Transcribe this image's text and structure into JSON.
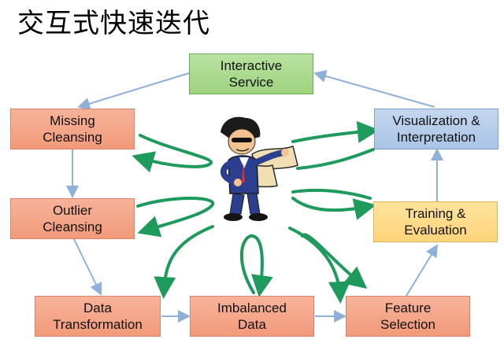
{
  "title": "交互式快速迭代",
  "nodes": {
    "interactive_service": "Interactive\nService",
    "missing_cleansing": "Missing\nCleansing",
    "outlier_cleansing": "Outlier\nCleansing",
    "data_transformation": "Data\nTransformation",
    "imbalanced_data": "Imbalanced\nData",
    "feature_selection": "Feature\nSelection",
    "training_evaluation": "Training &\nEvaluation",
    "visualization_interpretation": "Visualization &\nInterpretation"
  },
  "colors": {
    "green_node": "#a9da8a",
    "salmon_node": "#f4a585",
    "blue_node": "#b3cbea",
    "yellow_node": "#fedb86",
    "flow_arrow": "#8fb0d9",
    "loop_arrow": "#1e9a5c"
  },
  "figure": {
    "icon": "person-reading-map-icon"
  }
}
